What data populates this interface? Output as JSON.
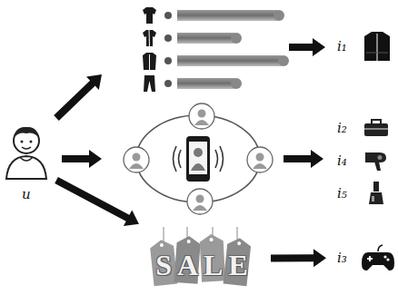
{
  "diagram": {
    "nodes": [
      {
        "text": [
          "u"
        ]
      },
      {
        "text": [
          "i₁"
        ]
      },
      {
        "text": [
          "i₂"
        ]
      },
      {
        "text": [
          "i₄"
        ]
      },
      {
        "text": [
          "i₅"
        ]
      },
      {
        "text": [
          "SALE"
        ]
      },
      {
        "text": [
          "i₃"
        ]
      }
    ],
    "edges": [
      {
        "from": 0,
        "to": 5,
        "arrow": "to"
      },
      {
        "from": 5,
        "to": 6,
        "arrow": "to"
      }
    ]
  }
}
